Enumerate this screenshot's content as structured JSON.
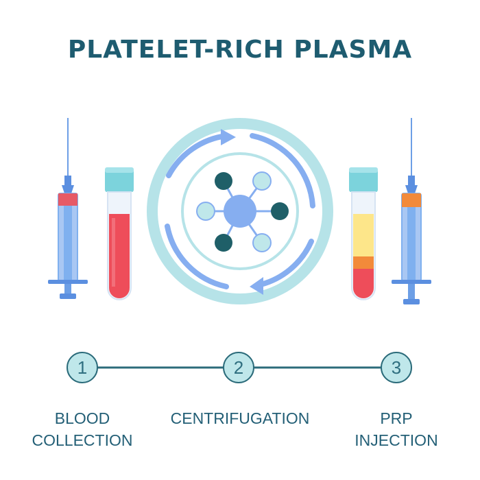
{
  "title": "PLATELET-RICH PLASMA",
  "steps": [
    {
      "number": "1",
      "label_line1": "BLOOD",
      "label_line2": "COLLECTION"
    },
    {
      "number": "2",
      "label_line1": "CENTRIFUGATION",
      "label_line2": ""
    },
    {
      "number": "3",
      "label_line1": "PRP",
      "label_line2": "INJECTION"
    }
  ],
  "colors": {
    "title": "#1e5c70",
    "timeline": "#2b6b7a",
    "step_circle_fill": "#bfe7ea",
    "blood_red": "#ee4d5a",
    "plasma_yellow": "#fde68a",
    "syringe_blue": "#7fb0ef",
    "cap_teal": "#7cd3dc",
    "ring_teal": "#b6e3e8",
    "arrow_blue": "#86aef0",
    "dark_teal": "#1f5f68",
    "orange": "#f28a3a"
  },
  "icons": [
    "syringe-blood-icon",
    "blood-tube-icon",
    "centrifuge-icon",
    "prp-tube-icon",
    "syringe-prp-icon"
  ]
}
